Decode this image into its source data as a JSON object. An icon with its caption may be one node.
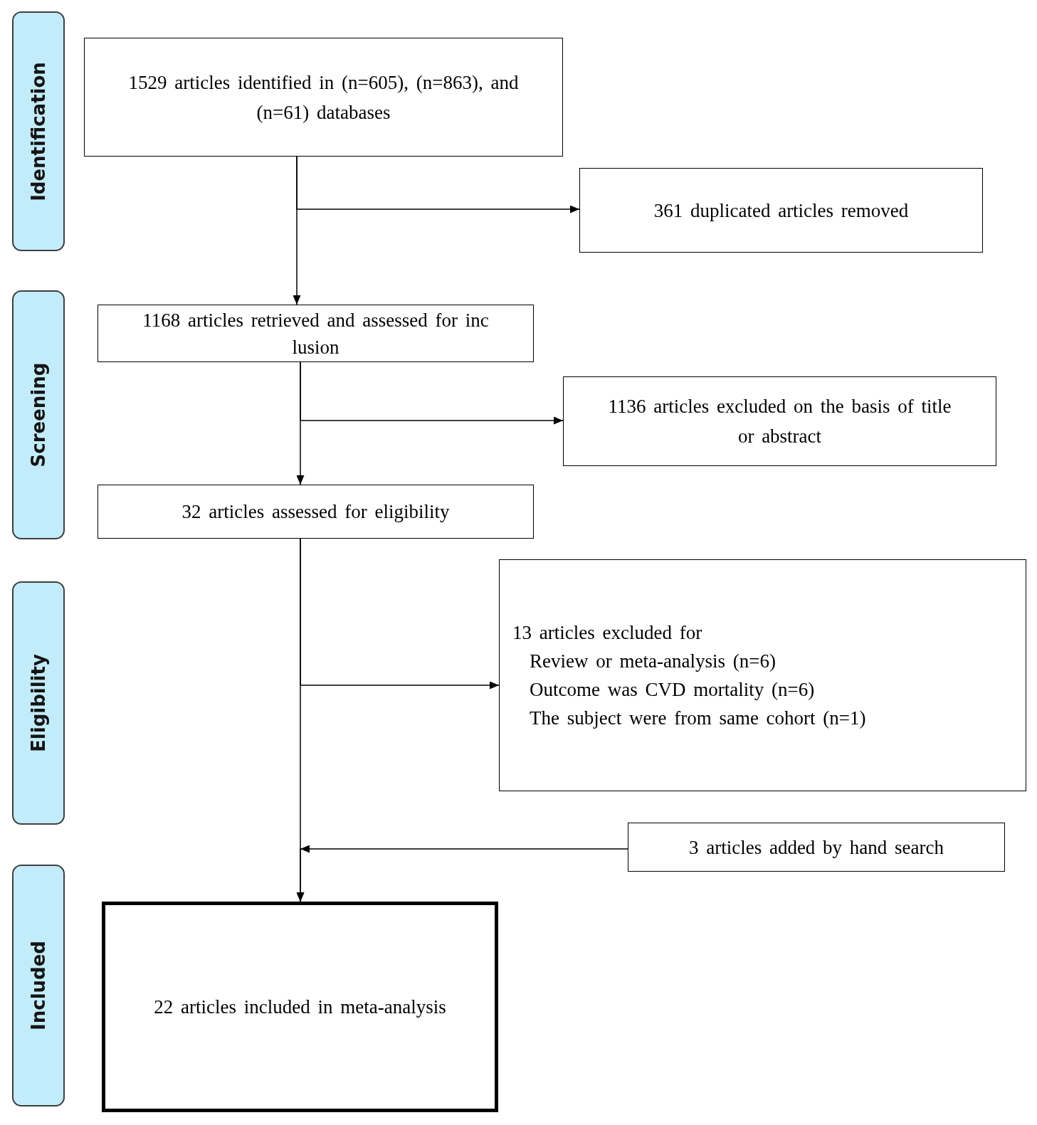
{
  "diagram": {
    "nodes": [
      {
        "text": [
          "Identification"
        ]
      },
      {
        "text": [
          "Screening"
        ]
      },
      {
        "text": [
          "Eligibility"
        ]
      },
      {
        "text": [
          "Included"
        ]
      },
      {
        "text": [
          "1529 articles identified in (n=605), (n=863), and (n=61) databases"
        ]
      },
      {
        "text": [
          "361 duplicated articles removed"
        ]
      },
      {
        "text": [
          "1168 articles retrieved and assessed for inc lusion"
        ]
      },
      {
        "text": [
          "1136 articles excluded on the basis of title or abstract"
        ]
      },
      {
        "text": [
          "32 articles assessed for eligibility"
        ]
      },
      {
        "text": [
          "13 articles excluded for",
          "Review or meta-analysis (n=6)",
          "Outcome was CVD mortality (n=6)",
          "The subject were from same cohort (n=1)"
        ]
      },
      {
        "text": [
          "3 articles added by hand search"
        ]
      },
      {
        "text": [
          "22 articles included in meta-analysis"
        ]
      }
    ],
    "edges": [
      {
        "from": 4,
        "to": 6,
        "arrow": "to"
      },
      {
        "from": 4,
        "to": 5,
        "arrow": "to"
      },
      {
        "from": 6,
        "to": 8,
        "arrow": "to"
      },
      {
        "from": 6,
        "to": 7,
        "arrow": "to"
      },
      {
        "from": 8,
        "to": 11,
        "arrow": "to"
      },
      {
        "from": 8,
        "to": 9,
        "arrow": "to"
      },
      {
        "from": 10,
        "to": 11,
        "arrow": "to"
      }
    ]
  }
}
